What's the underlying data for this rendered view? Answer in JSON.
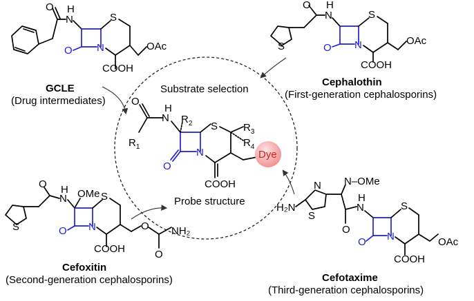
{
  "center": {
    "title": "Substrate selection",
    "caption": "Probe structure",
    "dye_label": "Dye",
    "r1": "R",
    "r1_sub": "1",
    "r2": "R",
    "r2_sub": "2",
    "r3": "R",
    "r3_sub": "3",
    "r4": "R",
    "r4_sub": "4"
  },
  "atoms": {
    "H": "H",
    "N": "N",
    "O": "O",
    "S": "S",
    "OAc": "OAc",
    "COOH": "COOH",
    "OMe": "OMe",
    "H2N": "H₂N",
    "NH2": "NH₂",
    "O_OMe": "N–OMe"
  },
  "compounds": {
    "gcle": {
      "name": "GCLE",
      "desc": "(Drug intermediates)"
    },
    "cephalothin": {
      "name": "Cephalothin",
      "desc": "(First-generation cephalosporins)"
    },
    "cefoxitin": {
      "name": "Cefoxitin",
      "desc": "(Second-generation cephalosporins)"
    },
    "cefotaxime": {
      "name": "Cefotaxime",
      "desc": "(Third-generation cephalosporins)"
    }
  },
  "colors": {
    "blue": "#1f1fd6",
    "dye": "#f4a6a6",
    "dye_text": "#d11f1f"
  }
}
